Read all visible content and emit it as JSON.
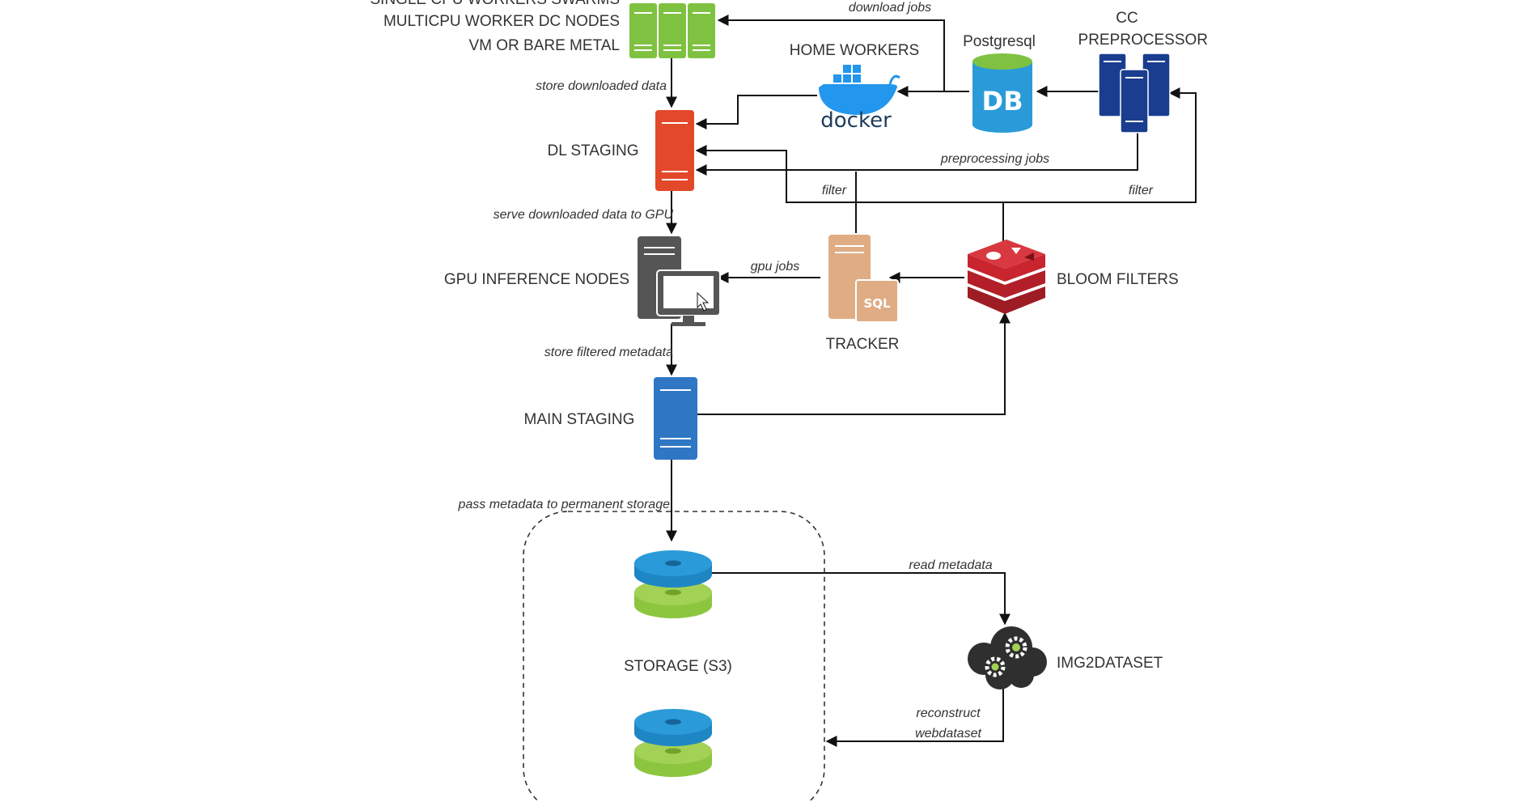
{
  "nodes": {
    "cpu_workers": {
      "lines": [
        "SINGLE CPU WORKERS SWARMS",
        "MULTICPU WORKER DC NODES",
        "VM OR BARE METAL"
      ]
    },
    "home_workers": {
      "label": "HOME WORKERS",
      "logo_text": "docker"
    },
    "postgres": {
      "label": "Postgresql",
      "icon_text": "DB"
    },
    "cc_preprocessor": {
      "label_line1": "CC",
      "label_line2": "PREPROCESSOR"
    },
    "dl_staging": {
      "label": "DL STAGING"
    },
    "gpu_nodes": {
      "label": "GPU INFERENCE NODES"
    },
    "tracker": {
      "label": "TRACKER",
      "icon_text": "SQL"
    },
    "bloom_filters": {
      "label": "BLOOM FILTERS"
    },
    "main_staging": {
      "label": "MAIN STAGING"
    },
    "storage": {
      "label": "STORAGE (S3)"
    },
    "img2dataset": {
      "label": "IMG2DATASET"
    }
  },
  "edges": {
    "download_jobs": "download jobs",
    "store_downloaded": "store downloaded data",
    "preprocessing_jobs": "preprocessing jobs",
    "filter_left": "filter",
    "filter_right": "filter",
    "serve_to_gpu": "serve downloaded data to GPU",
    "gpu_jobs": "gpu jobs",
    "store_filtered": "store filtered metadata",
    "pass_metadata": "pass metadata to permanent storage",
    "read_metadata": "read metadata",
    "reconstruct_line1": "reconstruct",
    "reconstruct_line2": "webdataset"
  },
  "colors": {
    "cpu_green": "#7fc241",
    "dl_red": "#e2492b",
    "gpu_gray": "#555555",
    "tracker_tan": "#e0ac84",
    "bloom_red": "#c9252f",
    "main_blue": "#2f77c5",
    "preproc_navy": "#1a3d8f",
    "db_blue": "#2a9bd8",
    "docker_blue": "#2396ed",
    "storage_blue": "#2a9bd8",
    "storage_green": "#8cc63f"
  }
}
